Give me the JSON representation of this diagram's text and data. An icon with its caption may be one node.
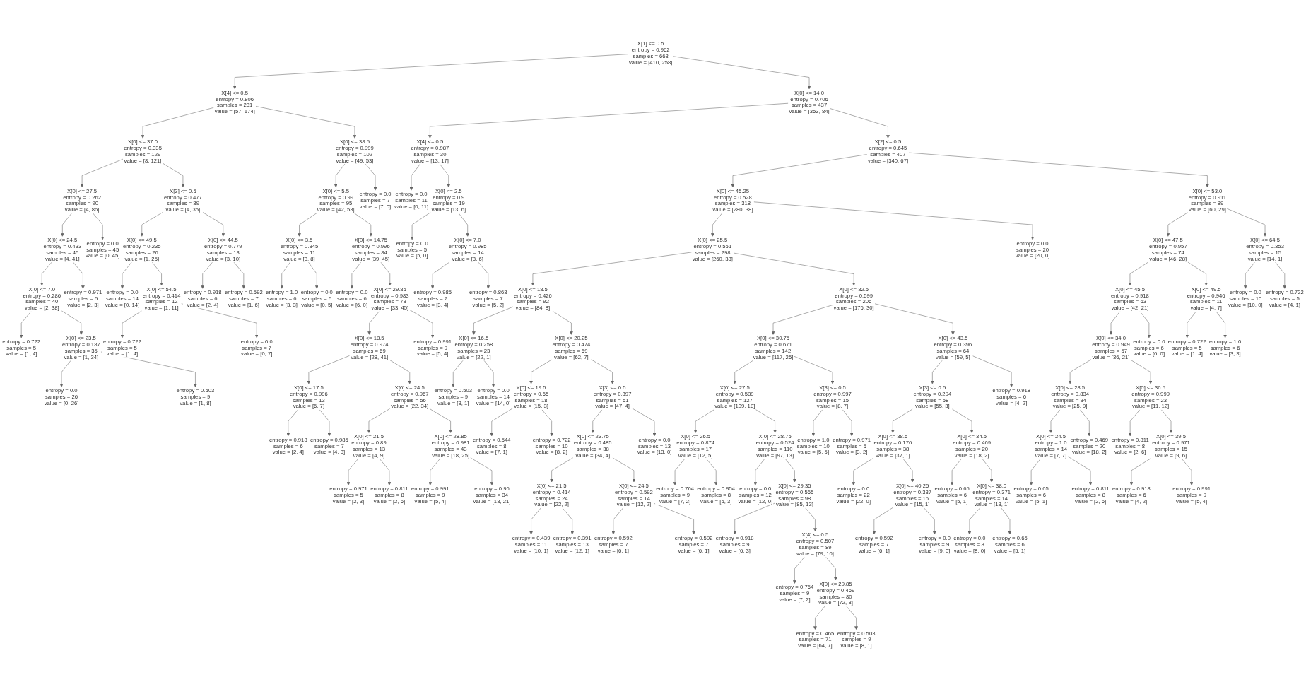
{
  "diagram": {
    "nodes": [
      {
        "text": [
          "X[1] <= 0.5",
          "entropy = 0.962",
          "samples = 668",
          "value = [410, 258]"
        ]
      },
      {
        "text": [
          "X[4] <= 0.5",
          "entropy = 0.806",
          "samples = 231",
          "value = [57, 174]"
        ]
      },
      {
        "text": [
          "X[0] <= 14.0",
          "entropy = 0.706",
          "samples = 437",
          "value = [353, 84]"
        ]
      },
      {
        "text": [
          "X[0] <= 37.0",
          "entropy = 0.335",
          "samples = 129",
          "value = [8, 121]"
        ]
      },
      {
        "text": [
          "X[0] <= 38.5",
          "entropy = 0.999",
          "samples = 102",
          "value = [49, 53]"
        ]
      },
      {
        "text": [
          "X[4] <= 0.5",
          "entropy = 0.987",
          "samples = 30",
          "value = [13, 17]"
        ]
      },
      {
        "text": [
          "X[2] <= 0.5",
          "entropy = 0.645",
          "samples = 407",
          "value = [340, 67]"
        ]
      },
      {
        "text": [
          "X[0] <= 27.5",
          "entropy = 0.262",
          "samples = 90",
          "value = [4, 86]"
        ]
      },
      {
        "text": [
          "X[3] <= 0.5",
          "entropy = 0.477",
          "samples = 39",
          "value = [4, 35]"
        ]
      },
      {
        "text": [
          "X[0] <= 5.5",
          "entropy = 0.99",
          "samples = 95",
          "value = [42, 53]"
        ]
      },
      {
        "text": [
          "entropy = 0.0",
          "samples = 7",
          "value = [7, 0]"
        ]
      },
      {
        "text": [
          "entropy = 0.0",
          "samples = 11",
          "value = [0, 11]"
        ]
      },
      {
        "text": [
          "X[0] <= 2.5",
          "entropy = 0.9",
          "samples = 19",
          "value = [13, 6]"
        ]
      },
      {
        "text": [
          "X[0] <= 45.25",
          "entropy = 0.528",
          "samples = 318",
          "value = [280, 38]"
        ]
      },
      {
        "text": [
          "X[0] <= 53.0",
          "entropy = 0.911",
          "samples = 89",
          "value = [60, 29]"
        ]
      },
      {
        "text": [
          "X[0] <= 24.5",
          "entropy = 0.433",
          "samples = 45",
          "value = [4, 41]"
        ]
      },
      {
        "text": [
          "entropy = 0.0",
          "samples = 45",
          "value = [0, 45]"
        ]
      },
      {
        "text": [
          "X[0] <= 49.5",
          "entropy = 0.235",
          "samples = 26",
          "value = [1, 25]"
        ]
      },
      {
        "text": [
          "X[0] <= 44.5",
          "entropy = 0.779",
          "samples = 13",
          "value = [3, 10]"
        ]
      },
      {
        "text": [
          "X[0] <= 3.5",
          "entropy = 0.845",
          "samples = 11",
          "value = [3, 8]"
        ]
      },
      {
        "text": [
          "X[0] <= 14.75",
          "entropy = 0.996",
          "samples = 84",
          "value = [39, 45]"
        ]
      },
      {
        "text": [
          "entropy = 0.0",
          "samples = 5",
          "value = [5, 0]"
        ]
      },
      {
        "text": [
          "X[0] <= 7.0",
          "entropy = 0.985",
          "samples = 14",
          "value = [8, 6]"
        ]
      },
      {
        "text": [
          "X[0] <= 25.5",
          "entropy = 0.551",
          "samples = 298",
          "value = [260, 38]"
        ]
      },
      {
        "text": [
          "entropy = 0.0",
          "samples = 20",
          "value = [20, 0]"
        ]
      },
      {
        "text": [
          "X[0] <= 47.5",
          "entropy = 0.957",
          "samples = 74",
          "value = [46, 28]"
        ]
      },
      {
        "text": [
          "X[0] <= 64.5",
          "entropy = 0.353",
          "samples = 15",
          "value = [14, 1]"
        ]
      },
      {
        "text": [
          "X[0] <= 7.0",
          "entropy = 0.286",
          "samples = 40",
          "value = [2, 38]"
        ]
      },
      {
        "text": [
          "entropy = 0.971",
          "samples = 5",
          "value = [2, 3]"
        ]
      },
      {
        "text": [
          "entropy = 0.0",
          "samples = 14",
          "value = [0, 14]"
        ]
      },
      {
        "text": [
          "X[0] <= 54.5",
          "entropy = 0.414",
          "samples = 12",
          "value = [1, 11]"
        ]
      },
      {
        "text": [
          "entropy = 0.918",
          "samples = 6",
          "value = [2, 4]"
        ]
      },
      {
        "text": [
          "entropy = 0.592",
          "samples = 7",
          "value = [1, 6]"
        ]
      },
      {
        "text": [
          "entropy = 1.0",
          "samples = 6",
          "value = [3, 3]"
        ]
      },
      {
        "text": [
          "entropy = 0.0",
          "samples = 5",
          "value = [0, 5]"
        ]
      },
      {
        "text": [
          "entropy = 0.0",
          "samples = 6",
          "value = [6, 0]"
        ]
      },
      {
        "text": [
          "X[0] <= 29.85",
          "entropy = 0.983",
          "samples = 78",
          "value = [33, 45]"
        ]
      },
      {
        "text": [
          "entropy = 0.985",
          "samples = 7",
          "value = [3, 4]"
        ]
      },
      {
        "text": [
          "entropy = 0.863",
          "samples = 7",
          "value = [5, 2]"
        ]
      },
      {
        "text": [
          "X[0] <= 18.5",
          "entropy = 0.426",
          "samples = 92",
          "value = [84, 8]"
        ]
      },
      {
        "text": [
          "X[0] <= 32.5",
          "entropy = 0.599",
          "samples = 206",
          "value = [176, 30]"
        ]
      },
      {
        "text": [
          "X[0] <= 45.5",
          "entropy = 0.918",
          "samples = 63",
          "value = [42, 21]"
        ]
      },
      {
        "text": [
          "X[0] <= 49.5",
          "entropy = 0.946",
          "samples = 11",
          "value = [4, 7]"
        ]
      },
      {
        "text": [
          "entropy = 0.0",
          "samples = 10",
          "value = [10, 0]"
        ]
      },
      {
        "text": [
          "entropy = 0.722",
          "samples = 5",
          "value = [4, 1]"
        ]
      },
      {
        "text": [
          "entropy = 0.722",
          "samples = 5",
          "value = [1, 4]"
        ]
      },
      {
        "text": [
          "X[0] <= 23.5",
          "entropy = 0.187",
          "samples = 35",
          "value = [1, 34]"
        ]
      },
      {
        "text": [
          "entropy = 0.722",
          "samples = 5",
          "value = [1, 4]"
        ]
      },
      {
        "text": [
          "entropy = 0.0",
          "samples = 7",
          "value = [0, 7]"
        ]
      },
      {
        "text": [
          "X[0] <= 18.5",
          "entropy = 0.974",
          "samples = 69",
          "value = [28, 41]"
        ]
      },
      {
        "text": [
          "entropy = 0.991",
          "samples = 9",
          "value = [5, 4]"
        ]
      },
      {
        "text": [
          "X[0] <= 16.5",
          "entropy = 0.258",
          "samples = 23",
          "value = [22, 1]"
        ]
      },
      {
        "text": [
          "X[0] <= 20.25",
          "entropy = 0.474",
          "samples = 69",
          "value = [62, 7]"
        ]
      },
      {
        "text": [
          "X[0] <= 30.75",
          "entropy = 0.671",
          "samples = 142",
          "value = [117, 25]"
        ]
      },
      {
        "text": [
          "X[0] <= 43.5",
          "entropy = 0.396",
          "samples = 64",
          "value = [59, 5]"
        ]
      },
      {
        "text": [
          "X[0] <= 34.0",
          "entropy = 0.949",
          "samples = 57",
          "value = [36, 21]"
        ]
      },
      {
        "text": [
          "entropy = 0.0",
          "samples = 6",
          "value = [6, 0]"
        ]
      },
      {
        "text": [
          "entropy = 0.722",
          "samples = 5",
          "value = [1, 4]"
        ]
      },
      {
        "text": [
          "entropy = 1.0",
          "samples = 6",
          "value = [3, 3]"
        ]
      },
      {
        "text": [
          "entropy = 0.0",
          "samples = 26",
          "value = [0, 26]"
        ]
      },
      {
        "text": [
          "entropy = 0.503",
          "samples = 9",
          "value = [1, 8]"
        ]
      },
      {
        "text": [
          "X[0] <= 17.5",
          "entropy = 0.996",
          "samples = 13",
          "value = [6, 7]"
        ]
      },
      {
        "text": [
          "X[0] <= 24.5",
          "entropy = 0.967",
          "samples = 56",
          "value = [22, 34]"
        ]
      },
      {
        "text": [
          "entropy = 0.503",
          "samples = 9",
          "value = [8, 1]"
        ]
      },
      {
        "text": [
          "entropy = 0.0",
          "samples = 14",
          "value = [14, 0]"
        ]
      },
      {
        "text": [
          "X[0] <= 19.5",
          "entropy = 0.65",
          "samples = 18",
          "value = [15, 3]"
        ]
      },
      {
        "text": [
          "X[3] <= 0.5",
          "entropy = 0.397",
          "samples = 51",
          "value = [47, 4]"
        ]
      },
      {
        "text": [
          "X[0] <= 27.5",
          "entropy = 0.589",
          "samples = 127",
          "value = [109, 18]"
        ]
      },
      {
        "text": [
          "X[3] <= 0.5",
          "entropy = 0.997",
          "samples = 15",
          "value = [8, 7]"
        ]
      },
      {
        "text": [
          "X[3] <= 0.5",
          "entropy = 0.294",
          "samples = 58",
          "value = [55, 3]"
        ]
      },
      {
        "text": [
          "entropy = 0.918",
          "samples = 6",
          "value = [4, 2]"
        ]
      },
      {
        "text": [
          "X[0] <= 28.5",
          "entropy = 0.834",
          "samples = 34",
          "value = [25, 9]"
        ]
      },
      {
        "text": [
          "X[0] <= 36.5",
          "entropy = 0.999",
          "samples = 23",
          "value = [11, 12]"
        ]
      },
      {
        "text": [
          "entropy = 0.918",
          "samples = 6",
          "value = [2, 4]"
        ]
      },
      {
        "text": [
          "entropy = 0.985",
          "samples = 7",
          "value = [4, 3]"
        ]
      },
      {
        "text": [
          "X[0] <= 21.5",
          "entropy = 0.89",
          "samples = 13",
          "value = [4, 9]"
        ]
      },
      {
        "text": [
          "X[0] <= 28.85",
          "entropy = 0.981",
          "samples = 43",
          "value = [18, 25]"
        ]
      },
      {
        "text": [
          "entropy = 0.544",
          "samples = 8",
          "value = [7, 1]"
        ]
      },
      {
        "text": [
          "entropy = 0.722",
          "samples = 10",
          "value = [8, 2]"
        ]
      },
      {
        "text": [
          "X[0] <= 23.75",
          "entropy = 0.485",
          "samples = 38",
          "value = [34, 4]"
        ]
      },
      {
        "text": [
          "entropy = 0.0",
          "samples = 13",
          "value = [13, 0]"
        ]
      },
      {
        "text": [
          "X[0] <= 26.5",
          "entropy = 0.874",
          "samples = 17",
          "value = [12, 5]"
        ]
      },
      {
        "text": [
          "X[0] <= 28.75",
          "entropy = 0.524",
          "samples = 110",
          "value = [97, 13]"
        ]
      },
      {
        "text": [
          "entropy = 1.0",
          "samples = 10",
          "value = [5, 5]"
        ]
      },
      {
        "text": [
          "entropy = 0.971",
          "samples = 5",
          "value = [3, 2]"
        ]
      },
      {
        "text": [
          "X[0] <= 38.5",
          "entropy = 0.176",
          "samples = 38",
          "value = [37, 1]"
        ]
      },
      {
        "text": [
          "X[0] <= 34.5",
          "entropy = 0.469",
          "samples = 20",
          "value = [18, 2]"
        ]
      },
      {
        "text": [
          "X[0] <= 24.5",
          "entropy = 1.0",
          "samples = 14",
          "value = [7, 7]"
        ]
      },
      {
        "text": [
          "entropy = 0.469",
          "samples = 20",
          "value = [18, 2]"
        ]
      },
      {
        "text": [
          "entropy = 0.811",
          "samples = 8",
          "value = [2, 6]"
        ]
      },
      {
        "text": [
          "X[0] <= 39.5",
          "entropy = 0.971",
          "samples = 15",
          "value = [9, 6]"
        ]
      },
      {
        "text": [
          "entropy = 0.971",
          "samples = 5",
          "value = [2, 3]"
        ]
      },
      {
        "text": [
          "entropy = 0.811",
          "samples = 8",
          "value = [2, 6]"
        ]
      },
      {
        "text": [
          "entropy = 0.991",
          "samples = 9",
          "value = [5, 4]"
        ]
      },
      {
        "text": [
          "entropy = 0.96",
          "samples = 34",
          "value = [13, 21]"
        ]
      },
      {
        "text": [
          "X[0] <= 21.5",
          "entropy = 0.414",
          "samples = 24",
          "value = [22, 2]"
        ]
      },
      {
        "text": [
          "X[0] <= 24.5",
          "entropy = 0.592",
          "samples = 14",
          "value = [12, 2]"
        ]
      },
      {
        "text": [
          "entropy = 0.764",
          "samples = 9",
          "value = [7, 2]"
        ]
      },
      {
        "text": [
          "entropy = 0.954",
          "samples = 8",
          "value = [5, 3]"
        ]
      },
      {
        "text": [
          "entropy = 0.0",
          "samples = 12",
          "value = [12, 0]"
        ]
      },
      {
        "text": [
          "X[0] <= 29.35",
          "entropy = 0.565",
          "samples = 98",
          "value = [85, 13]"
        ]
      },
      {
        "text": [
          "entropy = 0.0",
          "samples = 22",
          "value = [22, 0]"
        ]
      },
      {
        "text": [
          "X[0] <= 40.25",
          "entropy = 0.337",
          "samples = 16",
          "value = [15, 1]"
        ]
      },
      {
        "text": [
          "entropy = 0.65",
          "samples = 6",
          "value = [5, 1]"
        ]
      },
      {
        "text": [
          "X[0] <= 38.0",
          "entropy = 0.371",
          "samples = 14",
          "value = [13, 1]"
        ]
      },
      {
        "text": [
          "entropy = 0.65",
          "samples = 6",
          "value = [5, 1]"
        ]
      },
      {
        "text": [
          "entropy = 0.811",
          "samples = 8",
          "value = [2, 6]"
        ]
      },
      {
        "text": [
          "entropy = 0.918",
          "samples = 6",
          "value = [4, 2]"
        ]
      },
      {
        "text": [
          "entropy = 0.991",
          "samples = 9",
          "value = [5, 4]"
        ]
      },
      {
        "text": [
          "entropy = 0.439",
          "samples = 11",
          "value = [10, 1]"
        ]
      },
      {
        "text": [
          "entropy = 0.391",
          "samples = 13",
          "value = [12, 1]"
        ]
      },
      {
        "text": [
          "entropy = 0.592",
          "samples = 7",
          "value = [6, 1]"
        ]
      },
      {
        "text": [
          "entropy = 0.592",
          "samples = 7",
          "value = [6, 1]"
        ]
      },
      {
        "text": [
          "entropy = 0.918",
          "samples = 9",
          "value = [6, 3]"
        ]
      },
      {
        "text": [
          "X[4] <= 0.5",
          "entropy = 0.507",
          "samples = 89",
          "value = [79, 10]"
        ]
      },
      {
        "text": [
          "entropy = 0.592",
          "samples = 7",
          "value = [6, 1]"
        ]
      },
      {
        "text": [
          "entropy = 0.0",
          "samples = 9",
          "value = [9, 0]"
        ]
      },
      {
        "text": [
          "entropy = 0.0",
          "samples = 8",
          "value = [8, 0]"
        ]
      },
      {
        "text": [
          "entropy = 0.65",
          "samples = 6",
          "value = [5, 1]"
        ]
      },
      {
        "text": [
          "entropy = 0.764",
          "samples = 9",
          "value = [7, 2]"
        ]
      },
      {
        "text": [
          "X[0] <= 29.85",
          "entropy = 0.469",
          "samples = 80",
          "value = [72, 8]"
        ]
      },
      {
        "text": [
          "entropy = 0.465",
          "samples = 71",
          "value = [64, 7]"
        ]
      },
      {
        "text": [
          "entropy = 0.503",
          "samples = 9",
          "value = [8, 1]"
        ]
      }
    ],
    "edges": [
      {
        "from": 0,
        "to": 1,
        "arrow": "to"
      },
      {
        "from": 0,
        "to": 2,
        "arrow": "to"
      },
      {
        "from": 1,
        "to": 3,
        "arrow": "to"
      },
      {
        "from": 1,
        "to": 4,
        "arrow": "to"
      },
      {
        "from": 2,
        "to": 5,
        "arrow": "to"
      },
      {
        "from": 2,
        "to": 6,
        "arrow": "to"
      },
      {
        "from": 3,
        "to": 7,
        "arrow": "to"
      },
      {
        "from": 3,
        "to": 8,
        "arrow": "to"
      },
      {
        "from": 4,
        "to": 9,
        "arrow": "to"
      },
      {
        "from": 4,
        "to": 10,
        "arrow": "to"
      },
      {
        "from": 5,
        "to": 11,
        "arrow": "to"
      },
      {
        "from": 5,
        "to": 12,
        "arrow": "to"
      },
      {
        "from": 6,
        "to": 13,
        "arrow": "to"
      },
      {
        "from": 6,
        "to": 14,
        "arrow": "to"
      },
      {
        "from": 7,
        "to": 15,
        "arrow": "to"
      },
      {
        "from": 7,
        "to": 16,
        "arrow": "to"
      },
      {
        "from": 8,
        "to": 17,
        "arrow": "to"
      },
      {
        "from": 8,
        "to": 18,
        "arrow": "to"
      },
      {
        "from": 9,
        "to": 19,
        "arrow": "to"
      },
      {
        "from": 9,
        "to": 20,
        "arrow": "to"
      },
      {
        "from": 12,
        "to": 21,
        "arrow": "to"
      },
      {
        "from": 12,
        "to": 22,
        "arrow": "to"
      },
      {
        "from": 13,
        "to": 23,
        "arrow": "to"
      },
      {
        "from": 13,
        "to": 24,
        "arrow": "to"
      },
      {
        "from": 14,
        "to": 25,
        "arrow": "to"
      },
      {
        "from": 14,
        "to": 26,
        "arrow": "to"
      },
      {
        "from": 15,
        "to": 27,
        "arrow": "to"
      },
      {
        "from": 15,
        "to": 28,
        "arrow": "to"
      },
      {
        "from": 17,
        "to": 29,
        "arrow": "to"
      },
      {
        "from": 17,
        "to": 30,
        "arrow": "to"
      },
      {
        "from": 18,
        "to": 31,
        "arrow": "to"
      },
      {
        "from": 18,
        "to": 32,
        "arrow": "to"
      },
      {
        "from": 19,
        "to": 33,
        "arrow": "to"
      },
      {
        "from": 19,
        "to": 34,
        "arrow": "to"
      },
      {
        "from": 20,
        "to": 35,
        "arrow": "to"
      },
      {
        "from": 20,
        "to": 36,
        "arrow": "to"
      },
      {
        "from": 22,
        "to": 37,
        "arrow": "to"
      },
      {
        "from": 22,
        "to": 38,
        "arrow": "to"
      },
      {
        "from": 23,
        "to": 39,
        "arrow": "to"
      },
      {
        "from": 23,
        "to": 40,
        "arrow": "to"
      },
      {
        "from": 25,
        "to": 41,
        "arrow": "to"
      },
      {
        "from": 25,
        "to": 42,
        "arrow": "to"
      },
      {
        "from": 26,
        "to": 43,
        "arrow": "to"
      },
      {
        "from": 26,
        "to": 44,
        "arrow": "to"
      },
      {
        "from": 27,
        "to": 45,
        "arrow": "to"
      },
      {
        "from": 27,
        "to": 46,
        "arrow": "to"
      },
      {
        "from": 30,
        "to": 47,
        "arrow": "to"
      },
      {
        "from": 30,
        "to": 48,
        "arrow": "to"
      },
      {
        "from": 36,
        "to": 49,
        "arrow": "to"
      },
      {
        "from": 36,
        "to": 50,
        "arrow": "to"
      },
      {
        "from": 39,
        "to": 51,
        "arrow": "to"
      },
      {
        "from": 39,
        "to": 52,
        "arrow": "to"
      },
      {
        "from": 40,
        "to": 53,
        "arrow": "to"
      },
      {
        "from": 40,
        "to": 54,
        "arrow": "to"
      },
      {
        "from": 41,
        "to": 55,
        "arrow": "to"
      },
      {
        "from": 41,
        "to": 56,
        "arrow": "to"
      },
      {
        "from": 42,
        "to": 57,
        "arrow": "to"
      },
      {
        "from": 42,
        "to": 58,
        "arrow": "to"
      },
      {
        "from": 46,
        "to": 59,
        "arrow": "to"
      },
      {
        "from": 46,
        "to": 60,
        "arrow": "to"
      },
      {
        "from": 49,
        "to": 61,
        "arrow": "to"
      },
      {
        "from": 49,
        "to": 62,
        "arrow": "to"
      },
      {
        "from": 51,
        "to": 63,
        "arrow": "to"
      },
      {
        "from": 51,
        "to": 64,
        "arrow": "to"
      },
      {
        "from": 52,
        "to": 65,
        "arrow": "to"
      },
      {
        "from": 52,
        "to": 66,
        "arrow": "to"
      },
      {
        "from": 53,
        "to": 67,
        "arrow": "to"
      },
      {
        "from": 53,
        "to": 68,
        "arrow": "to"
      },
      {
        "from": 54,
        "to": 69,
        "arrow": "to"
      },
      {
        "from": 54,
        "to": 70,
        "arrow": "to"
      },
      {
        "from": 55,
        "to": 71,
        "arrow": "to"
      },
      {
        "from": 55,
        "to": 72,
        "arrow": "to"
      },
      {
        "from": 61,
        "to": 73,
        "arrow": "to"
      },
      {
        "from": 61,
        "to": 74,
        "arrow": "to"
      },
      {
        "from": 62,
        "to": 75,
        "arrow": "to"
      },
      {
        "from": 62,
        "to": 76,
        "arrow": "to"
      },
      {
        "from": 65,
        "to": 77,
        "arrow": "to"
      },
      {
        "from": 65,
        "to": 78,
        "arrow": "to"
      },
      {
        "from": 66,
        "to": 79,
        "arrow": "to"
      },
      {
        "from": 66,
        "to": 80,
        "arrow": "to"
      },
      {
        "from": 67,
        "to": 81,
        "arrow": "to"
      },
      {
        "from": 67,
        "to": 82,
        "arrow": "to"
      },
      {
        "from": 68,
        "to": 83,
        "arrow": "to"
      },
      {
        "from": 68,
        "to": 84,
        "arrow": "to"
      },
      {
        "from": 69,
        "to": 85,
        "arrow": "to"
      },
      {
        "from": 69,
        "to": 86,
        "arrow": "to"
      },
      {
        "from": 71,
        "to": 87,
        "arrow": "to"
      },
      {
        "from": 71,
        "to": 88,
        "arrow": "to"
      },
      {
        "from": 72,
        "to": 89,
        "arrow": "to"
      },
      {
        "from": 72,
        "to": 90,
        "arrow": "to"
      },
      {
        "from": 75,
        "to": 91,
        "arrow": "to"
      },
      {
        "from": 75,
        "to": 92,
        "arrow": "to"
      },
      {
        "from": 76,
        "to": 93,
        "arrow": "to"
      },
      {
        "from": 76,
        "to": 94,
        "arrow": "to"
      },
      {
        "from": 79,
        "to": 95,
        "arrow": "to"
      },
      {
        "from": 79,
        "to": 96,
        "arrow": "to"
      },
      {
        "from": 81,
        "to": 97,
        "arrow": "to"
      },
      {
        "from": 81,
        "to": 98,
        "arrow": "to"
      },
      {
        "from": 82,
        "to": 99,
        "arrow": "to"
      },
      {
        "from": 82,
        "to": 100,
        "arrow": "to"
      },
      {
        "from": 85,
        "to": 101,
        "arrow": "to"
      },
      {
        "from": 85,
        "to": 102,
        "arrow": "to"
      },
      {
        "from": 86,
        "to": 103,
        "arrow": "to"
      },
      {
        "from": 86,
        "to": 104,
        "arrow": "to"
      },
      {
        "from": 87,
        "to": 105,
        "arrow": "to"
      },
      {
        "from": 87,
        "to": 106,
        "arrow": "to"
      },
      {
        "from": 90,
        "to": 107,
        "arrow": "to"
      },
      {
        "from": 90,
        "to": 108,
        "arrow": "to"
      },
      {
        "from": 95,
        "to": 109,
        "arrow": "to"
      },
      {
        "from": 95,
        "to": 110,
        "arrow": "to"
      },
      {
        "from": 96,
        "to": 111,
        "arrow": "to"
      },
      {
        "from": 96,
        "to": 112,
        "arrow": "to"
      },
      {
        "from": 100,
        "to": 113,
        "arrow": "to"
      },
      {
        "from": 100,
        "to": 114,
        "arrow": "to"
      },
      {
        "from": 102,
        "to": 115,
        "arrow": "to"
      },
      {
        "from": 102,
        "to": 116,
        "arrow": "to"
      },
      {
        "from": 104,
        "to": 117,
        "arrow": "to"
      },
      {
        "from": 104,
        "to": 118,
        "arrow": "to"
      },
      {
        "from": 114,
        "to": 119,
        "arrow": "to"
      },
      {
        "from": 114,
        "to": 120,
        "arrow": "to"
      },
      {
        "from": 120,
        "to": 121,
        "arrow": "to"
      },
      {
        "from": 120,
        "to": 122,
        "arrow": "to"
      }
    ]
  }
}
